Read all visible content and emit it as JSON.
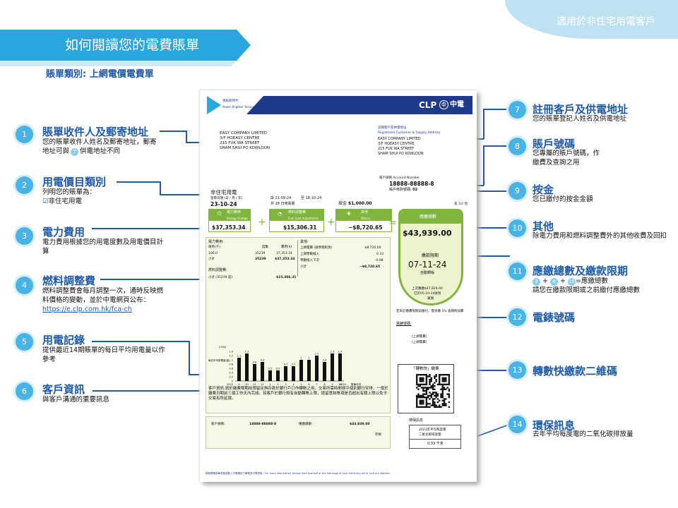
{
  "header": {
    "title": "如何閱讀您的電費賬單",
    "customer_type": "適用於非住宅用電客戶",
    "bill_type": "賬單類別: 上網電價電費單"
  },
  "annotations": [
    {
      "num": "1",
      "title": "賬單收件人及郵寄地址",
      "desc": "您的賬單收件人姓名及郵寄地址，郵寄地址可與",
      "desc_suffix": "供電地址不同",
      "ref": "7"
    },
    {
      "num": "2",
      "title": "用電價目類別",
      "desc": "列明您的賬單為：",
      "desc2": "非住宅用電"
    },
    {
      "num": "3",
      "title": "電力費用",
      "desc": "電力費用根據您的用電度數及用電價目計算"
    },
    {
      "num": "4",
      "title": "燃料調整費",
      "desc": "燃料調整費會每月調整一次，通時反映燃料價格的變動，並於中電網頁公布：",
      "link": "https://e.clp.com.hk/fca-ch"
    },
    {
      "num": "5",
      "title": "用電記錄",
      "desc": "提供最近14期賬單的每日平均用電量以作參考"
    },
    {
      "num": "6",
      "title": "客戶資訊",
      "desc": "與客戶溝通的重要訊息"
    },
    {
      "num": "7",
      "title": "註冊客戶及供電地址",
      "desc": "您的賬單登記人姓名及供電地址"
    },
    {
      "num": "8",
      "title": "賬戶號碼",
      "desc": "您專屬的賬戶號碼，作繳費及查詢之用"
    },
    {
      "num": "9",
      "title": "按金",
      "desc": "您已繳付的按金金額"
    },
    {
      "num": "10",
      "title": "其他",
      "desc": "除電力費用和燃料調整費外的其他收費及回扣"
    },
    {
      "num": "11",
      "title": "應繳總數及繳款限期",
      "desc_a": "3",
      "desc_b": "4",
      "desc_c": "10",
      "desc_eq": "=應繳總數",
      "desc2": "請您在繳款限期或之前繳付應繳總數"
    },
    {
      "num": "12",
      "title": "電錶號碼"
    },
    {
      "num": "13",
      "title": "轉數快繳款二維碼"
    },
    {
      "num": "14",
      "title": "環保訊息",
      "desc": "去年平均每度電的二氧化碳排放量"
    }
  ],
  "bill": {
    "slogan": "視角新時代",
    "slogan_en": "Power Brighter Tomorrows",
    "logo": "CLP",
    "logo_cn": "中電",
    "mail_name": "EASY COMPANY LIMITED",
    "mail_addr": [
      "3/F HOEASY CENTRE",
      "215 FUK WA STREET",
      "SHAM SHUI PO KOWLOON"
    ],
    "reg_label": "註冊客戶及供電地址",
    "reg_label_en": "Registered Customer & Supply Address",
    "reg_name": "EASY COMPANY LIMITED",
    "reg_addr": [
      "3/F HOEASY CENTRE",
      "215 FUK WA STREET",
      "SHAM SHUI PO KOWLOON"
    ],
    "acct_label": "賬戶號碼 Account Number",
    "acct_no": "18888-88888-8",
    "acct_check": "賬戶核對號碼:",
    "acct_check_no": "02",
    "tariff": "非住宅用電",
    "issue_label": "發單日期 (日 / 月 / 年)",
    "issue_date": "23-10-24",
    "period_from": "由 21-09-24",
    "period_to": "至 18-10-24",
    "days": "共 28 日用電量",
    "deposit_label": "按金",
    "deposit": "$1,000.00",
    "page": "第 1/2 頁",
    "energy_label": "電力費用",
    "energy_en": "Energy Charge",
    "energy": "$37,353.34",
    "fuel_label": "燃料調整費",
    "fuel_en": "Fuel Cost Adjustment",
    "fuel": "$15,306.31",
    "other_label": "其他",
    "other_en": "Others",
    "other": "−$8,720.65",
    "plus": "+",
    "eq": "=",
    "total_label": "應繳總數",
    "total": "$43,939.00",
    "due_label": "繳款限期",
    "due": "07-11-24",
    "autopay": "自動轉賬",
    "last_paid": "上次應繳$47,929.00",
    "last_paid2": "已於05-10-24收到",
    "thanks": "謝謝",
    "ec_title": "電力費用:",
    "ec_h1": "每月(千)",
    "ec_h2": "度數",
    "ec_h3": "費用($)",
    "ec_r1": [
      "106.0",
      "35239",
      "37,353.34"
    ],
    "ec_sub": "小計",
    "ec_sub1": "35239",
    "ec_sub2": "$37,353.34",
    "fc_title": "燃料調整費:",
    "fc_sub": "小計 (35239 度)",
    "fc_amt": "$15,306.31",
    "ot_title": "其他:",
    "ot_r1": "上網電費 (請參閱附頁)",
    "ot_r1v": "-$8,720.00",
    "ot_r2": "上期零數撥入",
    "ot_r2v": "0.33",
    "ot_r3": "零數撥入下次",
    "ot_r3v": "-0.98",
    "ot_sub": "小計",
    "ot_subv": "−$8,720.65",
    "ch_unit": "('000)",
    "ch_y": "每月平均用電量(度)",
    "ch_ylbls": [
      "1.4",
      "1.2",
      "1",
      "0.8",
      "0.6",
      "0.4",
      "0.2",
      "0"
    ],
    "ch_year1": "2023",
    "ch_year2": "2024",
    "ch_xlbl": "發單月份",
    "ch_months": [
      "9",
      "10",
      "11",
      "12",
      "1",
      "2",
      "3",
      "4",
      "5",
      "6",
      "7",
      "8",
      "9",
      "10"
    ],
    "ch_vals": [
      "1.1",
      "1.3",
      "0.8",
      "0.9",
      "0.5",
      "0.5",
      "0.7",
      "0.7",
      "1",
      "1",
      "1.2",
      "0.9",
      "1.3",
      "1.3"
    ],
    "notice_label": "客戶資訊:",
    "notice": "請於繳費限期前預留足夠存款於銀行戶口作轉賬之用，交易所需時間視乎個別銀行安排，一般於繳費日期前三個工作天內完成。如客戶於銀行設有自動轉賬上限，請留意該賬項是否超出有關上限以免令交易有所延誤。",
    "late": "若未於繳費限期前繳付，需另繳 5% 逾期附加費",
    "meter_label": "電錶號碼:",
    "meter1": "(上網電費)",
    "meter2": "(上網電費)",
    "fps_label": "「轉數快」繳費",
    "f_acct": "賬戶號碼:",
    "f_acct_no": "18888-88888-8",
    "f_total": "應繳總數:",
    "f_total_v": "$43,939.00",
    "f_stub": "存根",
    "env_label": "環保訊息",
    "env1": "2023年平均每度電",
    "env2": "二氧化碳排放量:",
    "env_val": "0.39 千克",
    "footer": "請參閱電費單背頁或登入中電網站了解更多中電資訊。For more information, please read overleaf or the last page of your electricity bill or visit our website."
  },
  "colors": {
    "accent": "#1e5aa8",
    "light": "#48b3e4",
    "green": "#7fb53d",
    "greenbg": "#f6f7e4",
    "navy": "#1e3a8a"
  }
}
